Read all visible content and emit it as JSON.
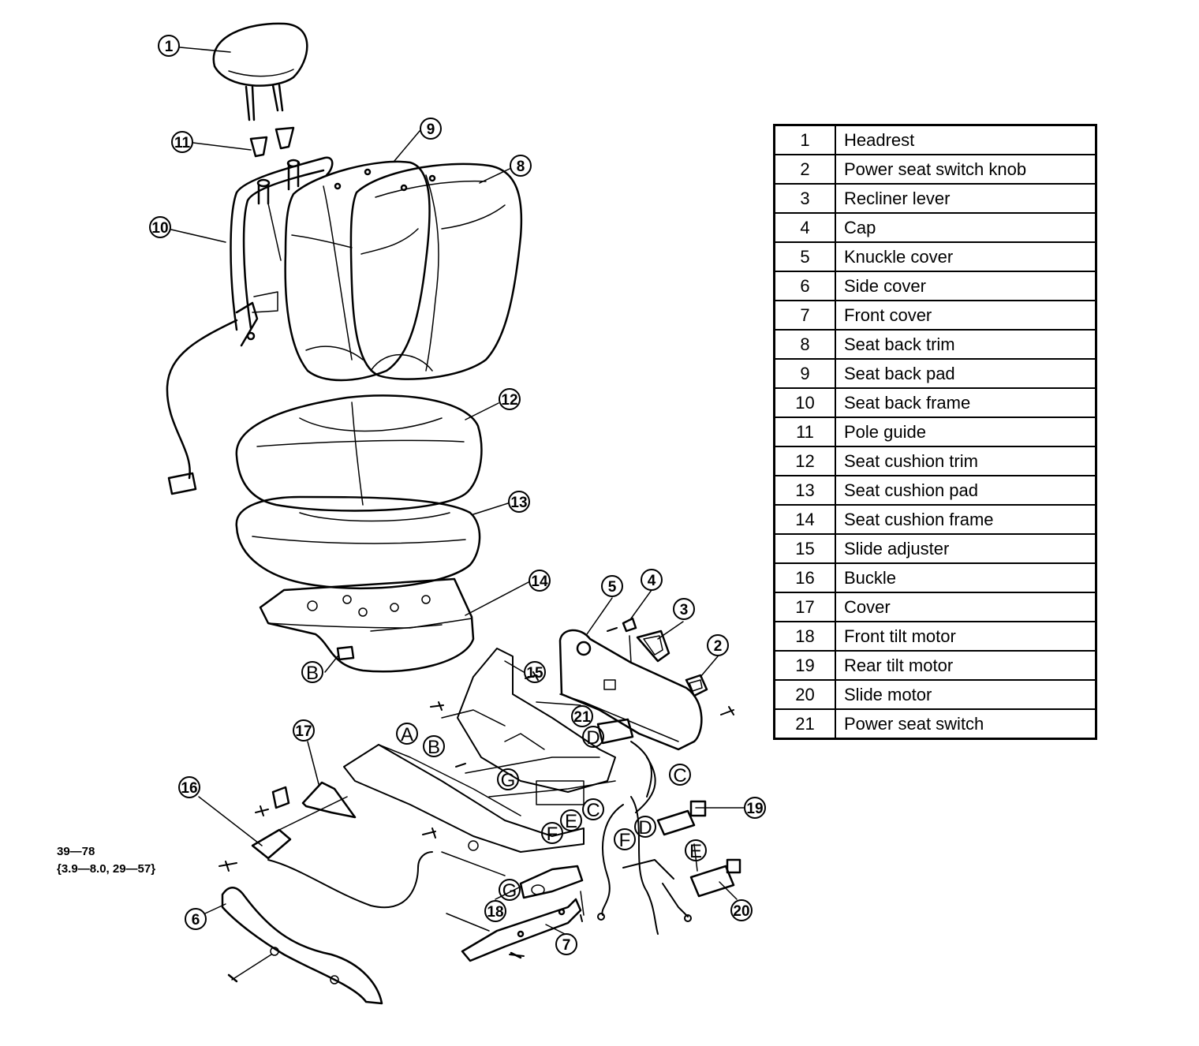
{
  "callouts": [
    "1",
    "2",
    "3",
    "4",
    "5",
    "6",
    "7",
    "8",
    "9",
    "10",
    "11",
    "12",
    "13",
    "14",
    "15",
    "16",
    "17",
    "18",
    "19",
    "20",
    "21"
  ],
  "connector_letters": {
    "a": "A",
    "b": "B",
    "c": "C",
    "d": "D",
    "e": "E",
    "f": "F",
    "g": "G"
  },
  "torque": {
    "nm": "39—78",
    "other_units": "{3.9—8.0, 29—57}"
  },
  "legend": [
    {
      "num": "1",
      "name": "Headrest"
    },
    {
      "num": "2",
      "name": "Power seat switch knob"
    },
    {
      "num": "3",
      "name": "Recliner lever"
    },
    {
      "num": "4",
      "name": "Cap"
    },
    {
      "num": "5",
      "name": "Knuckle cover"
    },
    {
      "num": "6",
      "name": "Side cover"
    },
    {
      "num": "7",
      "name": "Front cover"
    },
    {
      "num": "8",
      "name": "Seat back trim"
    },
    {
      "num": "9",
      "name": "Seat back pad"
    },
    {
      "num": "10",
      "name": "Seat back frame"
    },
    {
      "num": "11",
      "name": "Pole guide"
    },
    {
      "num": "12",
      "name": "Seat cushion trim"
    },
    {
      "num": "13",
      "name": "Seat cushion pad"
    },
    {
      "num": "14",
      "name": "Seat cushion frame"
    },
    {
      "num": "15",
      "name": "Slide adjuster"
    },
    {
      "num": "16",
      "name": "Buckle"
    },
    {
      "num": "17",
      "name": "Cover"
    },
    {
      "num": "18",
      "name": "Front tilt motor"
    },
    {
      "num": "19",
      "name": "Rear tilt motor"
    },
    {
      "num": "20",
      "name": "Slide motor"
    },
    {
      "num": "21",
      "name": "Power seat switch"
    }
  ]
}
